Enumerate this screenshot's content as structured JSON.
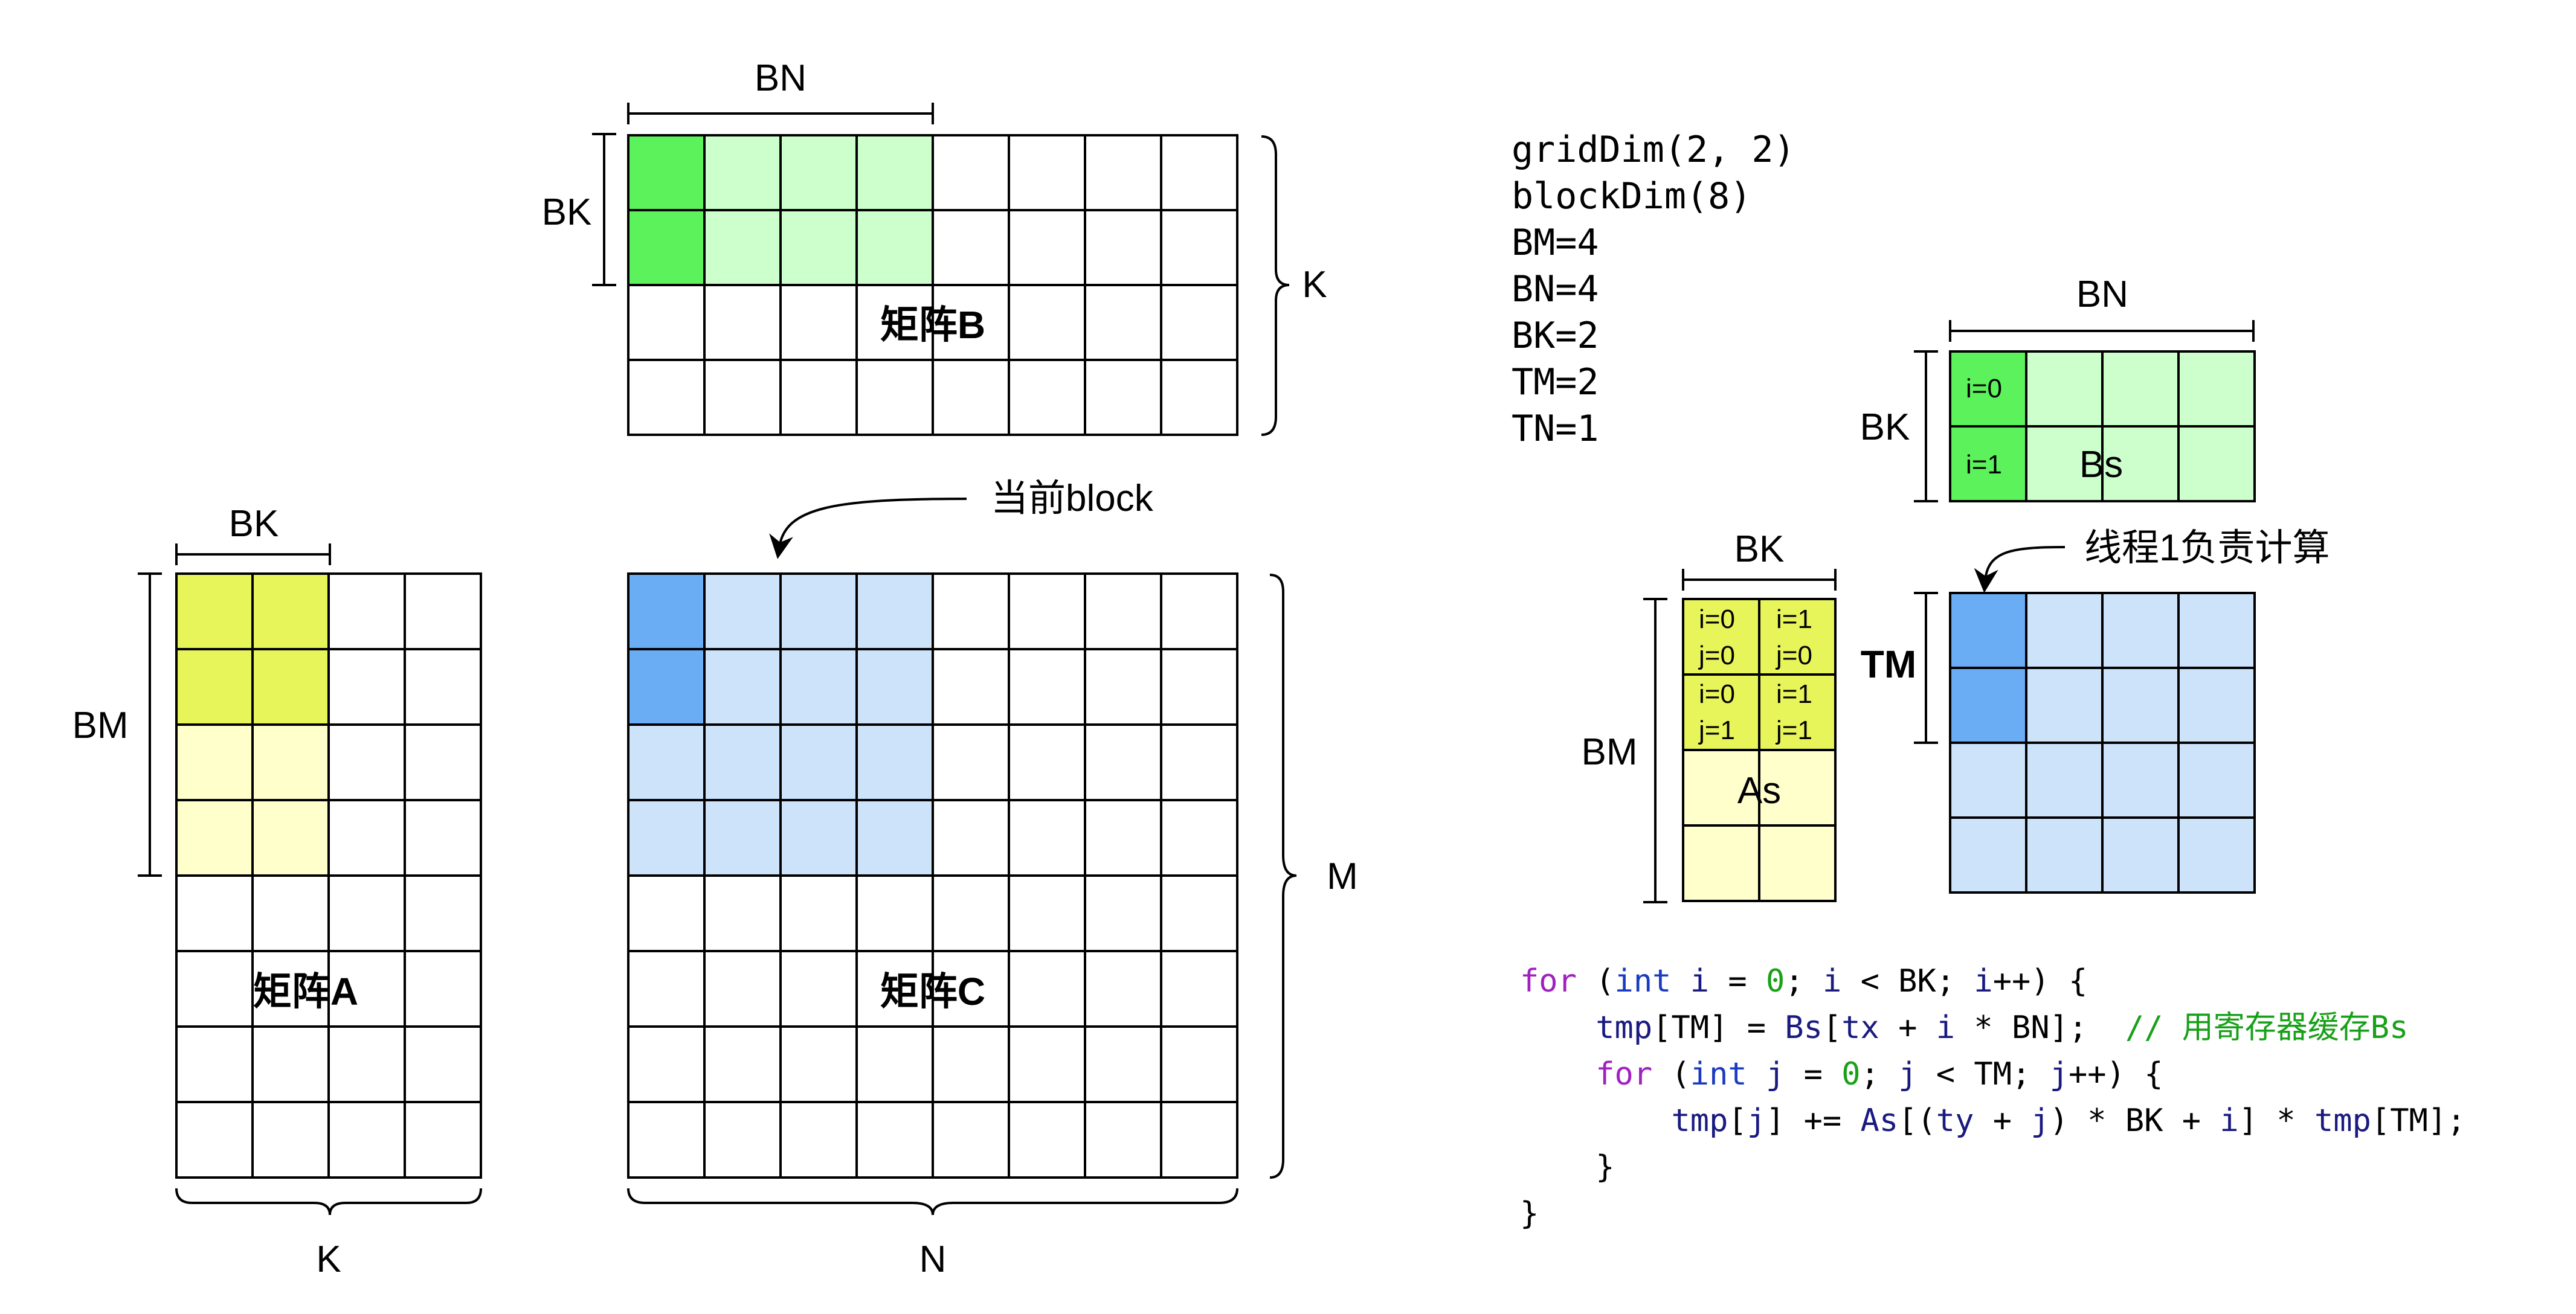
{
  "matrixB": {
    "title": "矩阵B",
    "top_label": "BN",
    "left_label": "BK",
    "right_label": "K"
  },
  "matrixA": {
    "title": "矩阵A",
    "top_label": "BK",
    "left_label": "BM",
    "bottom_label": "K"
  },
  "matrixC": {
    "title": "矩阵C",
    "right_label": "M",
    "bottom_label": "N",
    "callout": "当前block"
  },
  "params": [
    "gridDim(2, 2)",
    "blockDim(8)",
    "BM=4",
    "BN=4",
    "BK=2",
    "TM=2",
    "TN=1"
  ],
  "Bs": {
    "name": "Bs",
    "top_label": "BN",
    "left_label": "BK",
    "cells": [
      "i=0",
      "i=1"
    ]
  },
  "As": {
    "name": "As",
    "top_label": "BK",
    "left_label": "BM",
    "cells": [
      [
        "i=0",
        "j=0"
      ],
      [
        "i=1",
        "j=0"
      ],
      [
        "i=0",
        "j=1"
      ],
      [
        "i=1",
        "j=1"
      ]
    ]
  },
  "Cs": {
    "left_label": "TM",
    "callout": "线程1负责计算"
  },
  "code": [
    [
      [
        "for",
        "kw"
      ],
      [
        " (",
        "p"
      ],
      [
        "int",
        "ty"
      ],
      [
        " i",
        "v"
      ],
      [
        " = ",
        "p"
      ],
      [
        "0",
        "num"
      ],
      [
        "; ",
        "p"
      ],
      [
        "i",
        "v"
      ],
      [
        " < BK; ",
        "p"
      ],
      [
        "i",
        "v"
      ],
      [
        "++) {",
        "p"
      ]
    ],
    [
      [
        "    ",
        "p"
      ],
      [
        "tmp",
        "v"
      ],
      [
        "[TM] = ",
        "p"
      ],
      [
        "Bs",
        "v"
      ],
      [
        "[",
        "p"
      ],
      [
        "tx",
        "v"
      ],
      [
        " + ",
        "p"
      ],
      [
        "i",
        "v"
      ],
      [
        " * BN];  ",
        "p"
      ],
      [
        "// 用寄存器缓存Bs",
        "cm"
      ]
    ],
    [
      [
        "    ",
        "p"
      ],
      [
        "for",
        "kw"
      ],
      [
        " (",
        "p"
      ],
      [
        "int",
        "ty"
      ],
      [
        " j",
        "v"
      ],
      [
        " = ",
        "p"
      ],
      [
        "0",
        "num"
      ],
      [
        "; ",
        "p"
      ],
      [
        "j",
        "v"
      ],
      [
        " < TM; ",
        "p"
      ],
      [
        "j",
        "v"
      ],
      [
        "++) {",
        "p"
      ]
    ],
    [
      [
        "        ",
        "p"
      ],
      [
        "tmp",
        "v"
      ],
      [
        "[",
        "p"
      ],
      [
        "j",
        "v"
      ],
      [
        "] += ",
        "p"
      ],
      [
        "As",
        "v"
      ],
      [
        "[(",
        "p"
      ],
      [
        "ty",
        "v"
      ],
      [
        " + ",
        "p"
      ],
      [
        "j",
        "v"
      ],
      [
        ") * BK + ",
        "p"
      ],
      [
        "i",
        "v"
      ],
      [
        "] * ",
        "p"
      ],
      [
        "tmp",
        "v"
      ],
      [
        "[TM];",
        "p"
      ]
    ],
    [
      [
        "    }",
        "p"
      ]
    ],
    [
      [
        "}",
        "p"
      ]
    ]
  ],
  "colors": {
    "green_dark": "#5CF25C",
    "green_light": "#CCFFCC",
    "yellow_dark": "#E8F55A",
    "yellow_light": "#FFFFCC",
    "blue_dark": "#6AADF5",
    "blue_light": "#CCE3FA",
    "kw": "#A020C0",
    "ty": "#1A3BC0",
    "v": "#1A1A80",
    "num": "#19A019",
    "cm": "#19A019",
    "p": "#000000"
  }
}
